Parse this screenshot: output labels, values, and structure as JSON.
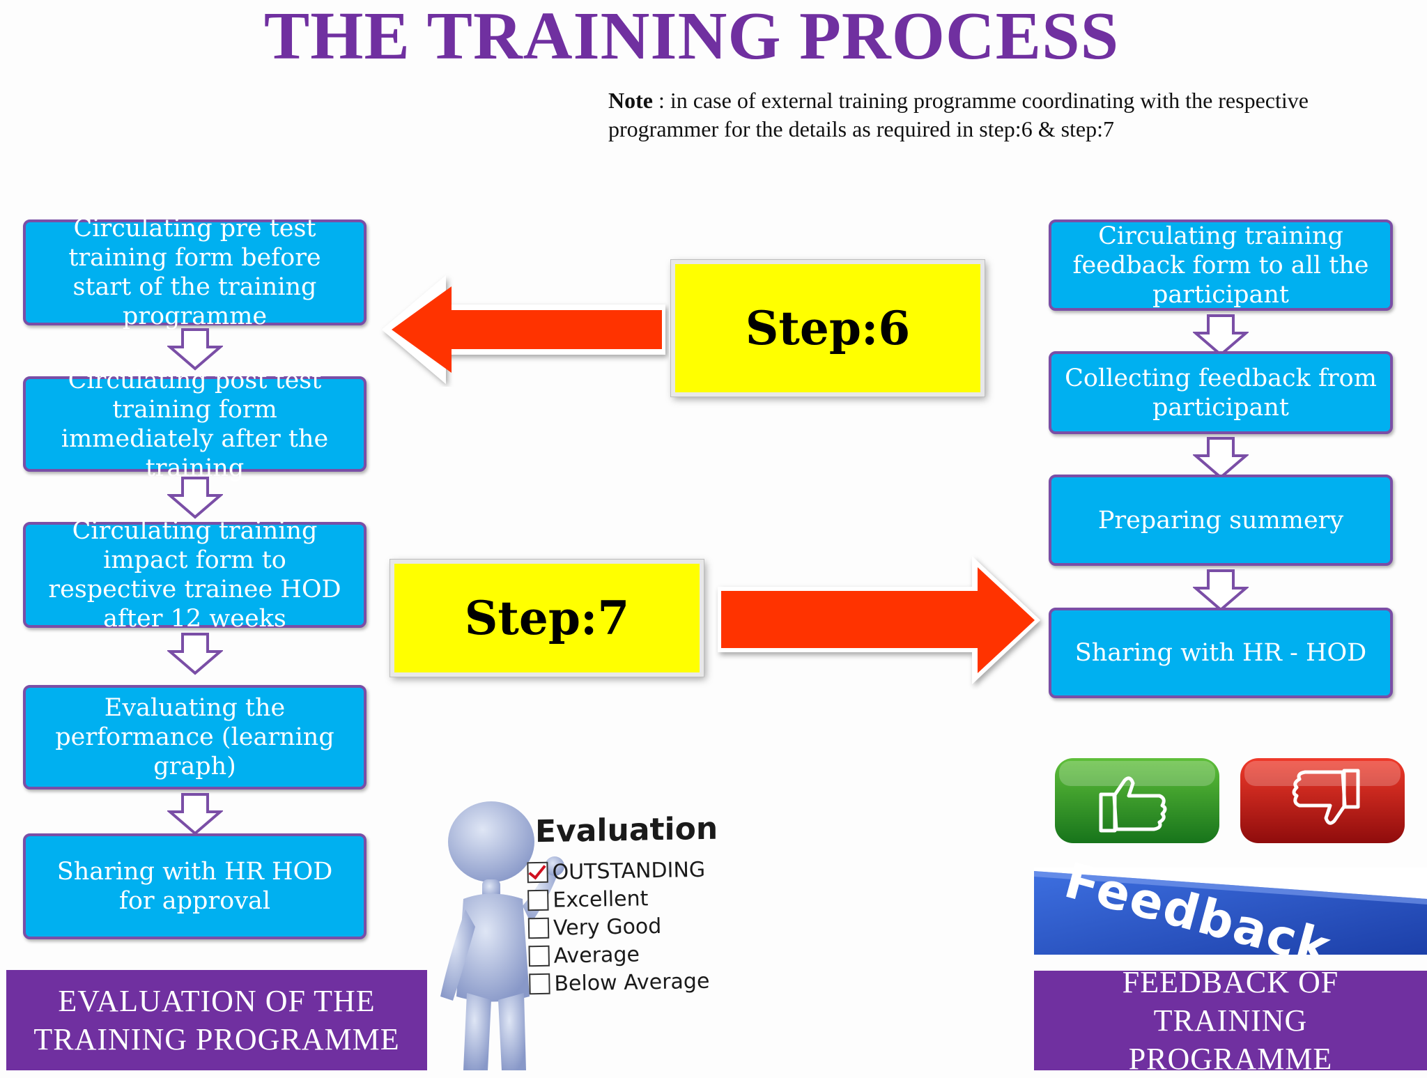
{
  "title": "THE TRAINING PROCESS",
  "note": {
    "label": "Note",
    "text": " : in case of external training programme coordinating with the respective programmer for the details as required in step:6 & step:7"
  },
  "left_steps": [
    "Circulating pre test training  form before start of the training programme",
    "Circulating post test training  form immediately after the  training",
    "Circulating training impact form to respective trainee HOD after 12 weeks",
    "Evaluating the performance (learning graph)",
    "Sharing with HR HOD for approval"
  ],
  "right_steps": [
    "Circulating training feedback form to all the participant",
    "Collecting feedback from participant",
    "Preparing summery",
    "Sharing with HR - HOD"
  ],
  "step6_label": "Step:6",
  "step7_label": "Step:7",
  "banners": {
    "left": "EVALUATION OF THE TRAINING PROGRAMME",
    "right": "FEEDBACK OF TRAINING PROGRAMME"
  },
  "evaluation_card": {
    "title": "Evaluation",
    "options": [
      "OUTSTANDING",
      "Excellent",
      "Very Good",
      "Average",
      "Below Average"
    ],
    "checked_option": "OUTSTANDING"
  },
  "feedback_image": {
    "key_text": "Feedback",
    "icons": [
      "thumbs-up-icon",
      "thumbs-down-icon"
    ]
  },
  "colors": {
    "title": "#7030a0",
    "box_fill": "#00b0f0",
    "box_border": "#7a4ea6",
    "step_fill": "#ffff00",
    "arrow_fill": "#ff3300",
    "banner": "#7030a0"
  }
}
